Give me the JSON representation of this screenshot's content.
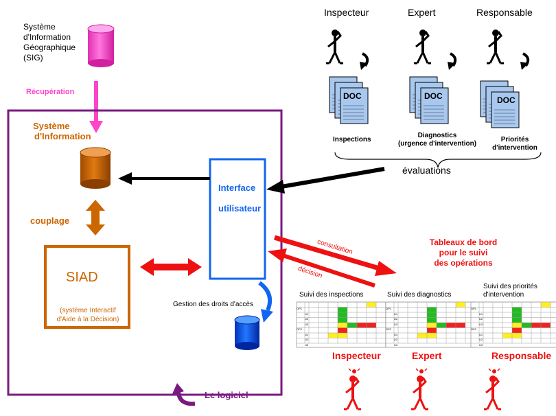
{
  "colors": {
    "sig": "#ff55cc",
    "sig_arrow": "#ff44cc",
    "orange": "#cc6600",
    "purple": "#7a1a80",
    "blue": "#1166ee",
    "red": "#ee1111",
    "black": "#000000",
    "doc_blue": "#a8c8ee"
  },
  "sig": {
    "lines": [
      "Système",
      "d'Information",
      "Géographique",
      "(SIG)"
    ]
  },
  "recuperation": "Récupération",
  "systeme_info": {
    "lines": [
      "Système",
      "d'Information"
    ]
  },
  "couplage": "couplage",
  "siad": {
    "title": "SIAD",
    "sub_lines": [
      "(système Interactif",
      "d'Aide à la Décision)"
    ]
  },
  "interface": {
    "line1": "Interface",
    "line2": "utilisateur"
  },
  "gestion_droits": "Gestion des droits d'accès",
  "logiciel": "Le logiciel",
  "actors_top": [
    "Inspecteur",
    "Expert",
    "Responsable"
  ],
  "doc_label": "DOC",
  "evaluation_labels": [
    {
      "lines": [
        "Inspections"
      ]
    },
    {
      "lines": [
        "Diagnostics",
        "(urgence d'intervention)"
      ]
    },
    {
      "lines": [
        "Priorités",
        "d'intervention"
      ]
    }
  ],
  "evaluations": "évaluations",
  "consultation": "consultation",
  "decision": "décision",
  "tableaux": {
    "lines": [
      "Tableaux de bord",
      "pour le suivi",
      "des opérations"
    ]
  },
  "suivi_labels": [
    {
      "lines": [
        "Suivi des inspections"
      ]
    },
    {
      "lines": [
        "Suivi des diagnostics"
      ]
    },
    {
      "lines": [
        "Suivi des priorités",
        "d'intervention"
      ]
    }
  ],
  "dashboard_rows": [
    "OP1",
    "U1",
    "U2",
    "U3",
    "OP2",
    "U1",
    "U2",
    "U3"
  ],
  "actors_bottom": [
    "Inspecteur",
    "Expert",
    "Responsable"
  ]
}
